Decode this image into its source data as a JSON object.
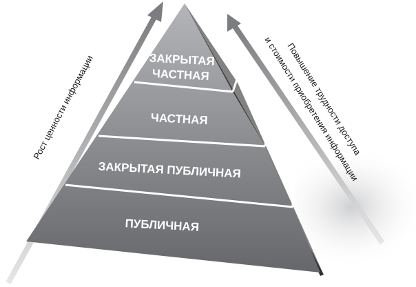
{
  "diagram": {
    "type": "pyramid",
    "levels": [
      {
        "label_line1": "ЗАКРЫТАЯ",
        "label_line2": "ЧАСТНАЯ"
      },
      {
        "label": "ЧАСТНАЯ"
      },
      {
        "label": "ЗАКРЫТАЯ ПУБЛИЧНАЯ"
      },
      {
        "label": "ПУБЛИЧНАЯ"
      }
    ],
    "left_arrow": {
      "label": "Рост ценности информации"
    },
    "right_arrow": {
      "label_line1": "Повышение трудности доступа",
      "label_line2": "и стоимости приобретения информации"
    },
    "colors": {
      "front_light": "#a9aaad",
      "front_dark": "#6e6f72",
      "side_face": "#3a3a3c",
      "divider": "#ffffff",
      "arrow": "#8a8b8d"
    }
  }
}
